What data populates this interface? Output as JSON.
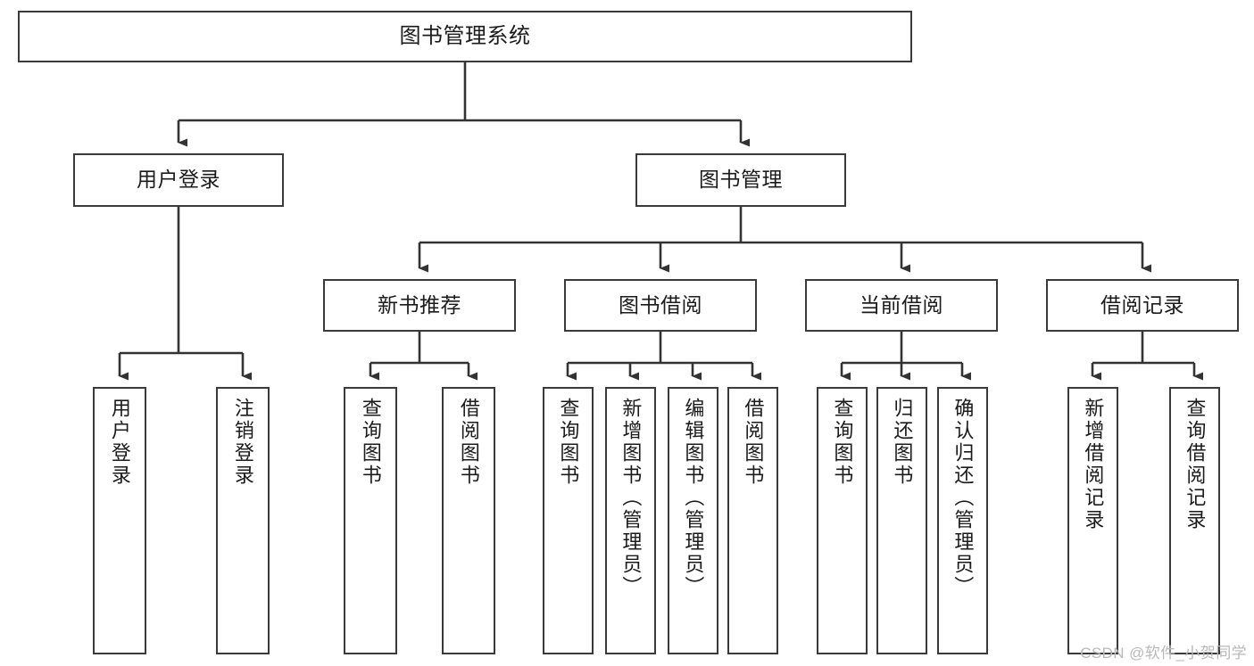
{
  "diagram": {
    "type": "tree-structure-chart",
    "title": "图书管理系统",
    "root": {
      "label": "图书管理系统"
    },
    "level1": [
      {
        "label": "用户登录"
      },
      {
        "label": "图书管理"
      }
    ],
    "level2": [
      {
        "label": "新书推荐"
      },
      {
        "label": "图书借阅"
      },
      {
        "label": "当前借阅"
      },
      {
        "label": "借阅记录"
      }
    ],
    "leaves": {
      "user_login": [
        {
          "label": "用户登录"
        },
        {
          "label": "注销登录"
        }
      ],
      "new_book_recommend": [
        {
          "label": "查询图书"
        },
        {
          "label": "借阅图书"
        }
      ],
      "book_borrow": [
        {
          "label": "查询图书"
        },
        {
          "label": "新增图书（管理员）"
        },
        {
          "label": "编辑图书（管理员）"
        },
        {
          "label": "借阅图书"
        }
      ],
      "current_borrow": [
        {
          "label": "查询图书"
        },
        {
          "label": "归还图书"
        },
        {
          "label": "确认归还（管理员）"
        }
      ],
      "borrow_record": [
        {
          "label": "新增借阅记录"
        },
        {
          "label": "查询借阅记录"
        }
      ]
    }
  },
  "watermark": {
    "text": "CSDN @软件_小贺同学"
  },
  "colors": {
    "background": "#ffffff",
    "box_border": "#3a3a3a",
    "box_fill": "#ffffff",
    "text": "#1b1b1b",
    "connector": "#333333",
    "watermark": "#b9b9b9"
  }
}
